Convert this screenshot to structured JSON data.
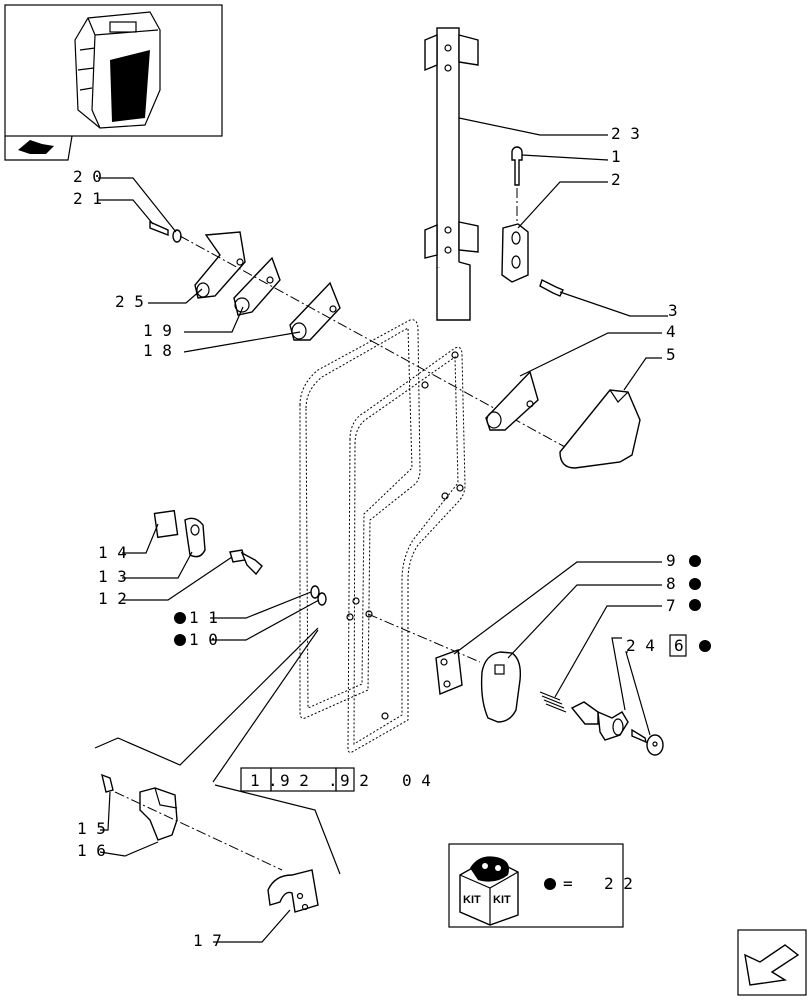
{
  "callouts": {
    "c23": "2 3",
    "c1": "1",
    "c2": "2",
    "c3": "3",
    "c4": "4",
    "c5": "5",
    "c20": "2 0",
    "c21": "2 1",
    "c25": "2 5",
    "c19": "1 9",
    "c18": "1 8",
    "c14": "1 4",
    "c13": "1 3",
    "c12": "1 2",
    "c11": "1 1",
    "c10": "1 0",
    "c9": "9",
    "c8": "8",
    "c7": "7",
    "c24": "2 4",
    "c6": "6",
    "c15": "1 5",
    "c16": "1 6",
    "c17": "1 7"
  },
  "reference": {
    "part1": "1",
    "part2": "9 2",
    "part3": "9 2",
    "suffix": "0 4"
  },
  "kit_legend": {
    "kit_label": "KIT",
    "equals": "=",
    "value": "2 2"
  },
  "icons": {
    "thumbnail": "tractor-cab-thumbnail-icon",
    "book": "book-icon",
    "nav": "navigation-arrow-icon",
    "kit": "kit-box-icon"
  }
}
